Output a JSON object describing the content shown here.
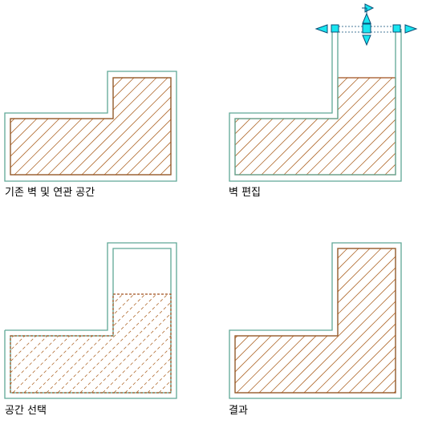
{
  "panels": [
    {
      "caption": "기존 벽 및 연관 공간"
    },
    {
      "caption": "벽 편집"
    },
    {
      "caption": "공간 선택"
    },
    {
      "caption": "결과"
    }
  ],
  "colors": {
    "wall_stroke": "#5fa896",
    "space_boundary": "#a0521e",
    "hatch": "#b06a2e",
    "grip_fill": "#19e6f0",
    "grip_stroke": "#0a4f78",
    "background": "#ffffff"
  },
  "icons": {
    "grip_square": "wall-endpoint-grip-icon",
    "grip_arrow_left": "arrow-left-grip-icon",
    "grip_arrow_right": "arrow-right-grip-icon",
    "grip_arrow_up": "arrow-up-grip-icon",
    "grip_arrow_down": "arrow-down-grip-icon",
    "grip_move": "move-grip-icon"
  }
}
